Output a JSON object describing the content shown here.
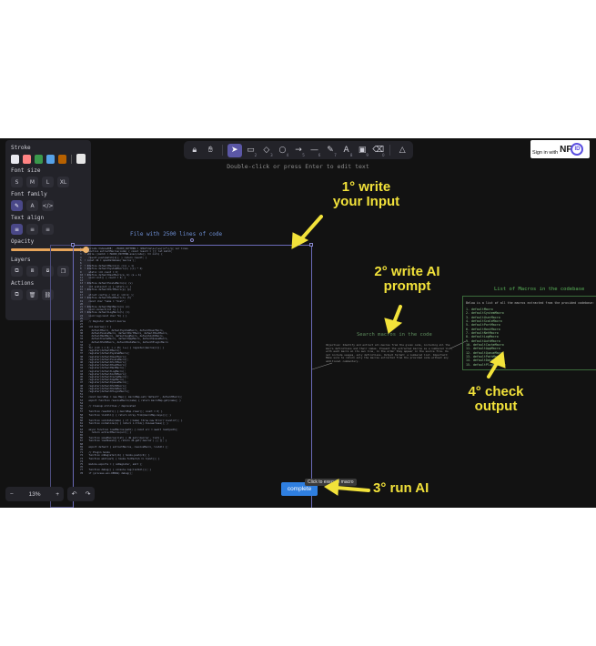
{
  "toolbar": {
    "tools": [
      {
        "name": "lock-icon",
        "glyph": "🔒︎",
        "key": ""
      },
      {
        "name": "hand-icon",
        "glyph": "✋︎",
        "key": ""
      },
      {
        "name": "pointer-icon",
        "glyph": "➤",
        "key": "",
        "active": true
      },
      {
        "name": "rectangle-icon",
        "glyph": "▭",
        "key": "2"
      },
      {
        "name": "diamond-icon",
        "glyph": "◇",
        "key": "3"
      },
      {
        "name": "ellipse-icon",
        "glyph": "○",
        "key": "4"
      },
      {
        "name": "arrow-icon",
        "glyph": "→",
        "key": "5"
      },
      {
        "name": "line-icon",
        "glyph": "—",
        "key": "6"
      },
      {
        "name": "pencil-icon",
        "glyph": "✎",
        "key": "7"
      },
      {
        "name": "text-icon",
        "glyph": "A",
        "key": "8"
      },
      {
        "name": "image-icon",
        "glyph": "▣",
        "key": "9"
      },
      {
        "name": "eraser-icon",
        "glyph": "⌫",
        "key": "0"
      },
      {
        "name": "library-icon",
        "glyph": "△",
        "key": ""
      }
    ]
  },
  "hint": "Double-click or press Enter to edit text",
  "signin": {
    "text": "Sign in with",
    "logo": "NF",
    "badge": "ID"
  },
  "panel": {
    "stroke_label": "Stroke",
    "stroke_colors": [
      "#e9e9ef",
      "#ff8383",
      "#3a994c",
      "#56a2e8",
      "#b76100"
    ],
    "stroke_selected": "#e6e6e6",
    "font_size_label": "Font size",
    "font_sizes": [
      "S",
      "M",
      "L",
      "XL"
    ],
    "font_family_label": "Font family",
    "text_align_label": "Text align",
    "opacity_label": "Opacity",
    "opacity": 100,
    "layers_label": "Layers",
    "actions_label": "Actions"
  },
  "canvas": {
    "code_title": "File with 2500 lines of code",
    "code_lines": [
      "1  ! include IndexedDB; ..MACRO_PATTERN = /#define\\s+(\\w+)\\s*\\(/g; var lines",
      "2  ! function extractMacros(code) { const result = []; let match;",
      "3  ! while ((match = MACRO_PATTERN.exec(code)) !== null) {",
      "4     result.push(match[1]); } return result; }",
      "5  ! const db = openDatabase('macros');",
      "6",
      "7  ! #define defaultMacro(x) ((x) + 1)",
      "8  ! #define defaultSystemMacro(x) ((x) * 2)",
      "9     static int count = 0;",
      "10 ! #define defaultUserMacro(a, b) (a + b)",
      "11    void init() { count = 0; }",
      "12",
      "13 ! #define defaultScaleMacro(v) (v)",
      "14    int scale(int v) { return v; }",
      "15 ! #define defaultPortMacro(p) (p)",
      "16",
      "17    struct config { int a; int b; };",
      "18 ! #define defaultHostMacro(h) (h)",
      "19    const char *name = \"host\";",
      "20",
      "21 ! #define defaultNetMacro(n) (n)",
      "22    void connect(int n) { }",
      "23 ! #define defaultLogMacro(l) (l)",
      "24    void log(const char *m) { }",
      "25",
      "26    // Register default macros",
      "27",
      "28    int macros[] = {",
      "29      defaultMacro, defaultSystemMacro, defaultUserMacro,",
      "30      defaultScaleMacro, defaultPortMacro, defaultHostMacro,",
      "31      defaultNetMacro, defaultLogMacro, defaultAuthMacro,",
      "32      defaultCacheMacro, defaultAppMacro, defaultQueueMacro,",
      "33      defaultPathMacro, defaultDataMacro, defaultPluginMacro",
      "34    };",
      "35    for (int i = 0; i < 15; i++) { register(macros[i]); }",
      "36    register(defaultMacro);",
      "37    register(defaultSystemMacro);",
      "38    register(defaultUserMacro);",
      "39    register(defaultScaleMacro);",
      "40    register(defaultPortMacro);",
      "41    register(defaultHostMacro);",
      "42    register(defaultNetMacro);",
      "43    register(defaultLogMacro);",
      "44    register(defaultAuthMacro);",
      "45    register(defaultCacheMacro);",
      "46    register(defaultAppMacro);",
      "47    register(defaultQueueMacro);",
      "48    register(defaultPathMacro);",
      "49    register(defaultDataMacro);",
      "50    register(defaultPluginMacro);",
      "51",
      "52    const macroMap = new Map(); macroMap.set('default', defaultMacro);",
      "53    export function resolveMacro(name) { return macroMap.get(name); }",
      "54",
      "55    // Cleanup utilities / deprecated",
      "56",
      "57    function resetAll() { macroMap.clear(); count = 0; }",
      "58    function listAll() { return Array.from(macroMap.keys()); }",
      "59",
      "60    function validate(name) { if (!name) throw new Error('invalid'); }",
      "61    function normalize(n) { return n.trim().toLowerCase(); }",
      "62",
      "63    async function loadMacros(path) { const src = await read(path);",
      "64      return extractMacros(src); }",
      "65",
      "66    function saveMacros(list) { db.put('macros', list); }",
      "67    function loadSaved() { return db.get('macros') || []; }",
      "68",
      "69    export default { extractMacros, resolveMacro, listAll };",
      "70",
      "71    // Plugin hooks",
      "72    function onRegister(cb) { hooks.push(cb); }",
      "73    function emit(evt) { hooks.forEach(h => h(evt)); }",
      "74",
      "75    module.exports = { onRegister, emit };",
      "76",
      "77    function debug() { console.log(listAll()); }",
      "78    if (process.env.DEBUG) debug();"
    ],
    "prompt_title": "Search macros in the code",
    "prompt_body": "Objective: Identify and extract all macros from the given code, including all the macro definitions and their names. Present the extracted macros as a numbered list, with each macro on its own line, in the order they appear in the source file. Do not include usages, only definitions. Output format: a numbered list. Important: Make sure to return only the macros extracted from the provided code without any additional commentary.",
    "output_title": "List of Macros in the codebase",
    "output_sub": "Below is a list of all the macros extracted from the provided codebase:",
    "output_items": [
      "1.  defaultMacro",
      "2.  defaultSystemMacro",
      "3.  defaultUserMacro",
      "4.  defaultScaleMacro",
      "5.  defaultPortMacro",
      "6.  defaultHostMacro",
      "7.  defaultNetMacro",
      "8.  defaultLogMacro",
      "9.  defaultAuthMacro",
      "10. defaultCacheMacro",
      "11. defaultAppMacro",
      "12. defaultQueueMacro",
      "13. defaultPathMacro",
      "14. defaultDataMacro",
      "15. defaultPluginMacro"
    ],
    "complete_label": "complete",
    "tooltip": "Click to execute macro"
  },
  "zoom": {
    "minus": "−",
    "value": "13%",
    "plus": "+"
  },
  "history": {
    "undo": "↶",
    "redo": "↷"
  },
  "annotations": {
    "step1": [
      "1° write",
      "your Input"
    ],
    "step2": [
      "2° write AI",
      "prompt"
    ],
    "step3": "3° run AI",
    "step4": [
      "4° check",
      "output"
    ],
    "color": "#f2e23a"
  }
}
